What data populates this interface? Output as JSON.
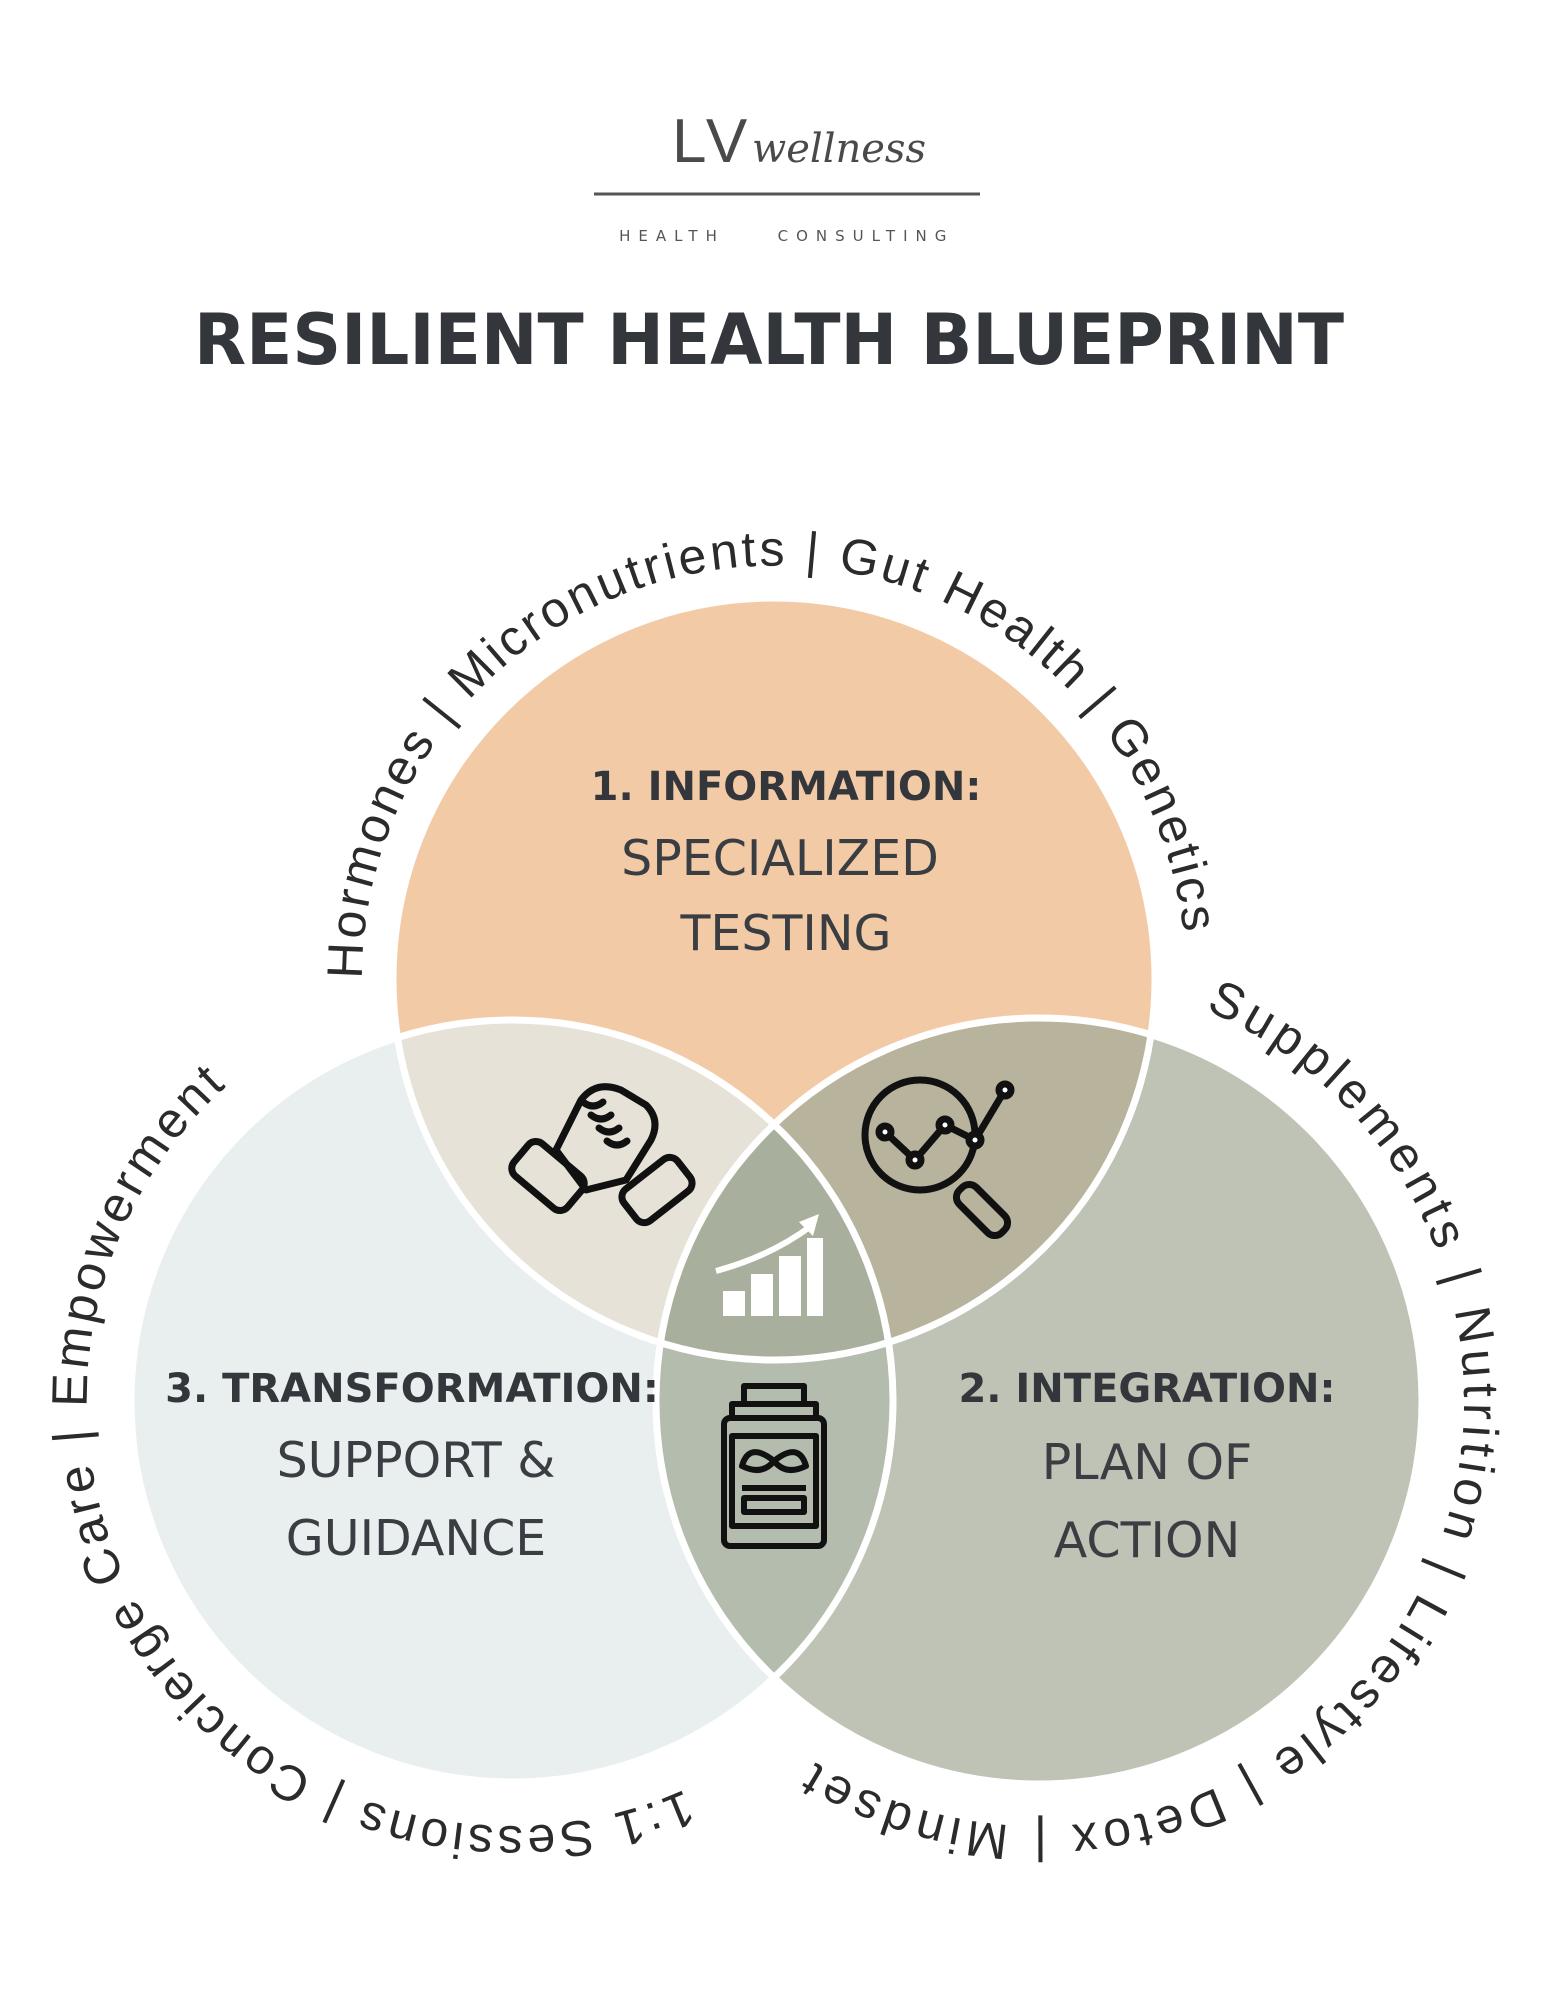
{
  "logo": {
    "initials": "LV",
    "script": "wellness",
    "tagline_left": "HEALTH",
    "tagline_right": "CONSULTING"
  },
  "title": "RESILIENT HEALTH BLUEPRINT",
  "separator": "|",
  "colors": {
    "top": "#F2CBA6",
    "left": "#E9EFEF",
    "right": "#BEC3B5",
    "top_left": "#E6E2D7",
    "top_right": "#B8B39C",
    "left_right": "#B4BCAE",
    "center": "#A9AF9D",
    "text": "#33363B"
  },
  "circles": {
    "information": {
      "heading": "1. INFORMATION:",
      "line1": "SPECIALIZED",
      "line2": "TESTING",
      "ring": [
        "Hormones",
        "Micronutrients",
        "Gut Health",
        "Genetics"
      ]
    },
    "integration": {
      "heading": "2. INTEGRATION:",
      "line1": "PLAN OF",
      "line2": "ACTION",
      "ring": [
        "Supplements",
        "Nutrition",
        "Lifestyle",
        "Detox",
        "Mindset"
      ]
    },
    "transformation": {
      "heading": "3. TRANSFORMATION:",
      "line1": "SUPPORT &",
      "line2": "GUIDANCE",
      "ring": [
        "1:1 Sessions",
        "Concierge Care",
        "Empowerment"
      ]
    }
  },
  "icons": [
    "handshake-icon",
    "magnifier-chart-icon",
    "growth-chart-icon",
    "supplement-jar-icon"
  ]
}
